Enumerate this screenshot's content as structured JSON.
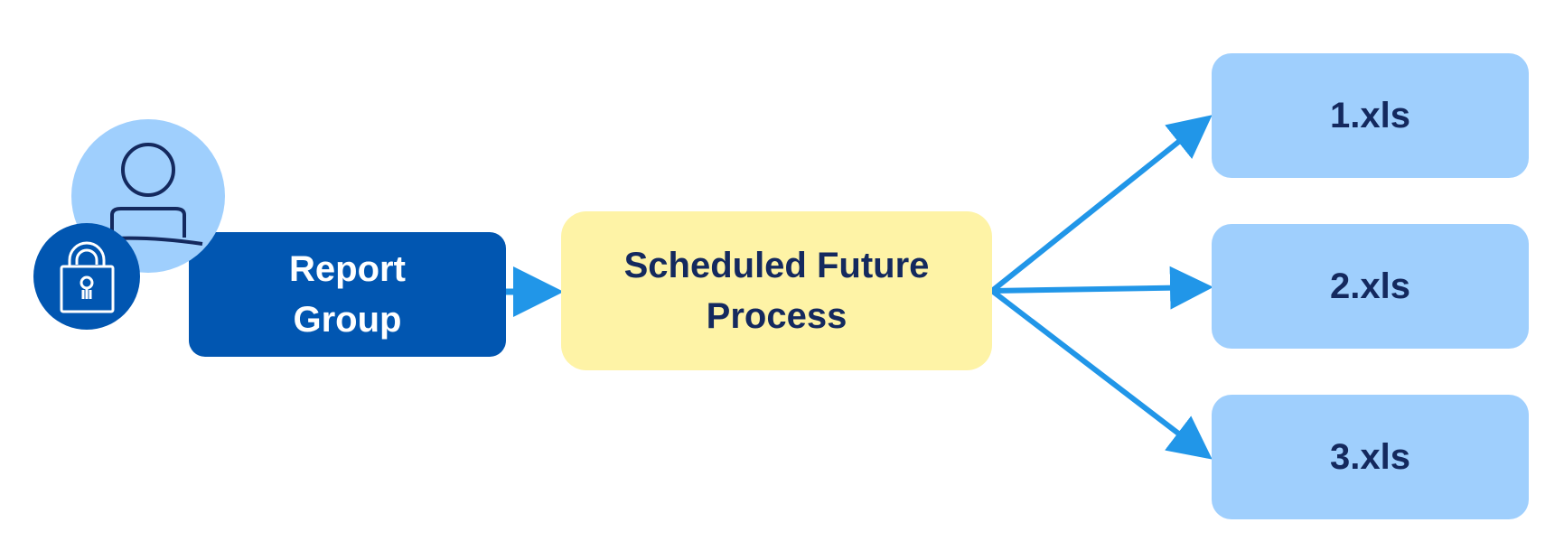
{
  "diagram": {
    "report_group": {
      "label": "Report\nGroup",
      "icon": "user-lock-icon"
    },
    "process": {
      "label": "Scheduled Future\nProcess"
    },
    "outputs": [
      {
        "label": "1.xls"
      },
      {
        "label": "2.xls"
      },
      {
        "label": "3.xls"
      }
    ],
    "colors": {
      "report_fill": "#0156b1",
      "process_fill": "#fef3a6",
      "output_fill": "#9fcffd",
      "arrow": "#2196e8",
      "dark_text": "#14295e",
      "user_circle": "#9fcffd",
      "lock_circle": "#0156b1"
    }
  }
}
